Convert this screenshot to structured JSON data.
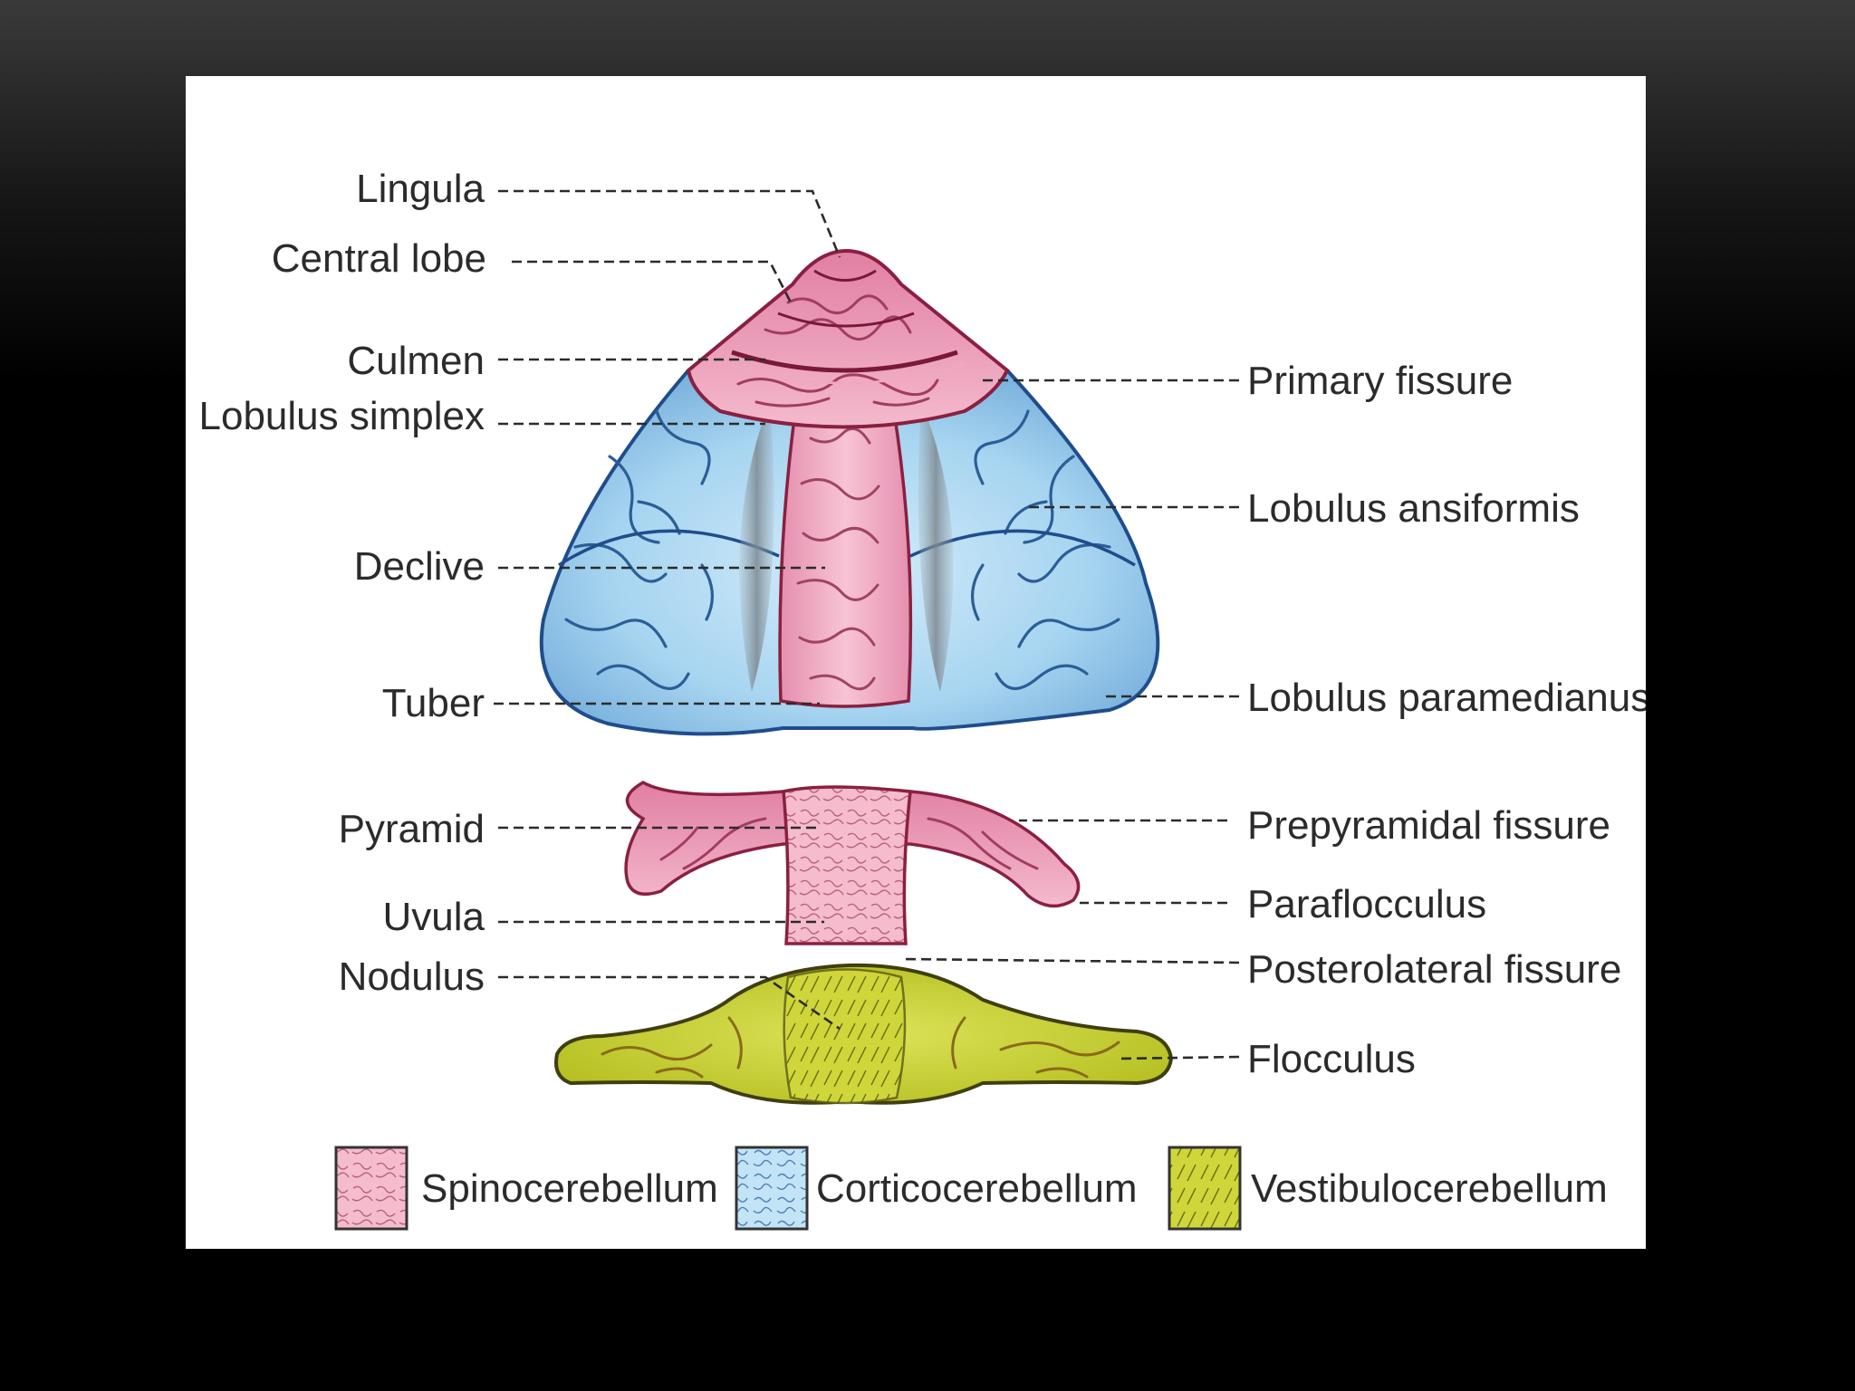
{
  "left_labels": {
    "lingula": "Lingula",
    "central_lobe": "Central lobe",
    "culmen": "Culmen",
    "lobulus_simplex": "Lobulus simplex",
    "declive": "Declive",
    "tuber": "Tuber",
    "pyramid": "Pyramid",
    "uvula": "Uvula",
    "nodulus": "Nodulus"
  },
  "right_labels": {
    "primary_fissure": "Primary fissure",
    "lobulus_ansiformis": "Lobulus ansiformis",
    "lobulus_paramedianus": "Lobulus paramedianus",
    "prepyramidal_fissure": "Prepyramidal fissure",
    "paraflocculus": "Paraflocculus",
    "posterolateral_fissure": "Posterolateral fissure",
    "flocculus": "Flocculus"
  },
  "legend": [
    {
      "label": "Spinocerebellum",
      "color": "#f2b6c8"
    },
    {
      "label": "Corticocerebellum",
      "color": "#b8dcf2"
    },
    {
      "label": "Vestibulocerebellum",
      "color": "#cfd63a"
    }
  ],
  "colors": {
    "spino_fill": "#e99ab4",
    "spino_stroke": "#8a2040",
    "cortico_fill": "#9dcbea",
    "cortico_stroke": "#1f4d8c",
    "vestibulo_fill": "#c9d23a",
    "vestibulo_stroke": "#4a4a14"
  }
}
